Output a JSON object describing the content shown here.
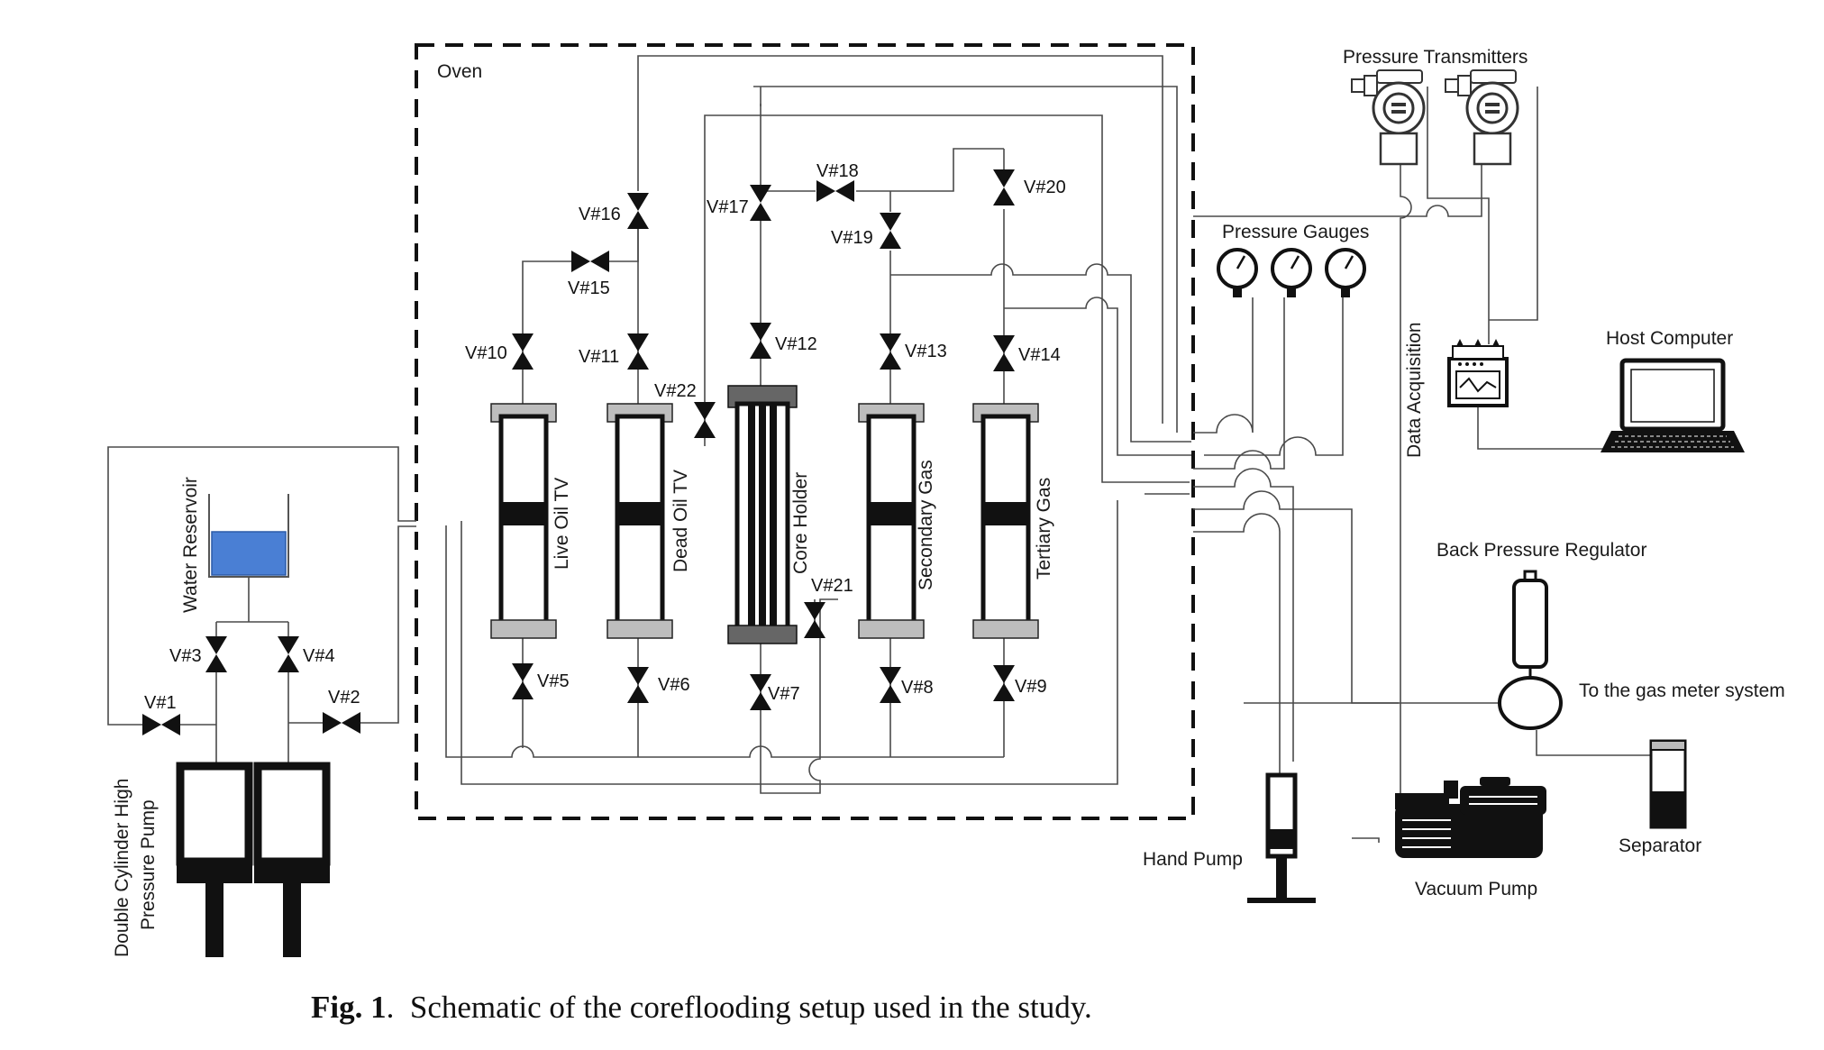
{
  "caption": {
    "fig": "Fig. 1",
    "sep": ".",
    "text": "Schematic of the coreflooding setup used in the study."
  },
  "labels": {
    "oven": "Oven",
    "pressure_transmitters": "Pressure Transmitters",
    "pressure_gauges": "Pressure Gauges",
    "host_computer": "Host Computer",
    "data_acquisition": "Data Acquisition",
    "back_pressure_regulator": "Back Pressure Regulator",
    "gas_meter": "To the gas meter system",
    "separator": "Separator",
    "vacuum_pump": "Vacuum Pump",
    "hand_pump": "Hand Pump",
    "water_reservoir": "Water Reservoir",
    "pump_line1": "Double Cylinder High",
    "pump_line2": "Pressure Pump",
    "live_oil": "Live Oil TV",
    "dead_oil": "Dead Oil TV",
    "core_holder": "Core Holder",
    "secondary_gas": "Secondary Gas",
    "tertiary_gas": "Tertiary Gas"
  },
  "valves": {
    "v1": "V#1",
    "v2": "V#2",
    "v3": "V#3",
    "v4": "V#4",
    "v5": "V#5",
    "v6": "V#6",
    "v7": "V#7",
    "v8": "V#8",
    "v9": "V#9",
    "v10": "V#10",
    "v11": "V#11",
    "v12": "V#12",
    "v13": "V#13",
    "v14": "V#14",
    "v15": "V#15",
    "v16": "V#16",
    "v17": "V#17",
    "v18": "V#18",
    "v19": "V#19",
    "v20": "V#20",
    "v21": "V#21",
    "v22": "V#22"
  },
  "colors": {
    "water": "#4a7fd4",
    "water_edge": "#2c5ca8",
    "ink": "#111111",
    "pipe": "#4a4a4a"
  }
}
